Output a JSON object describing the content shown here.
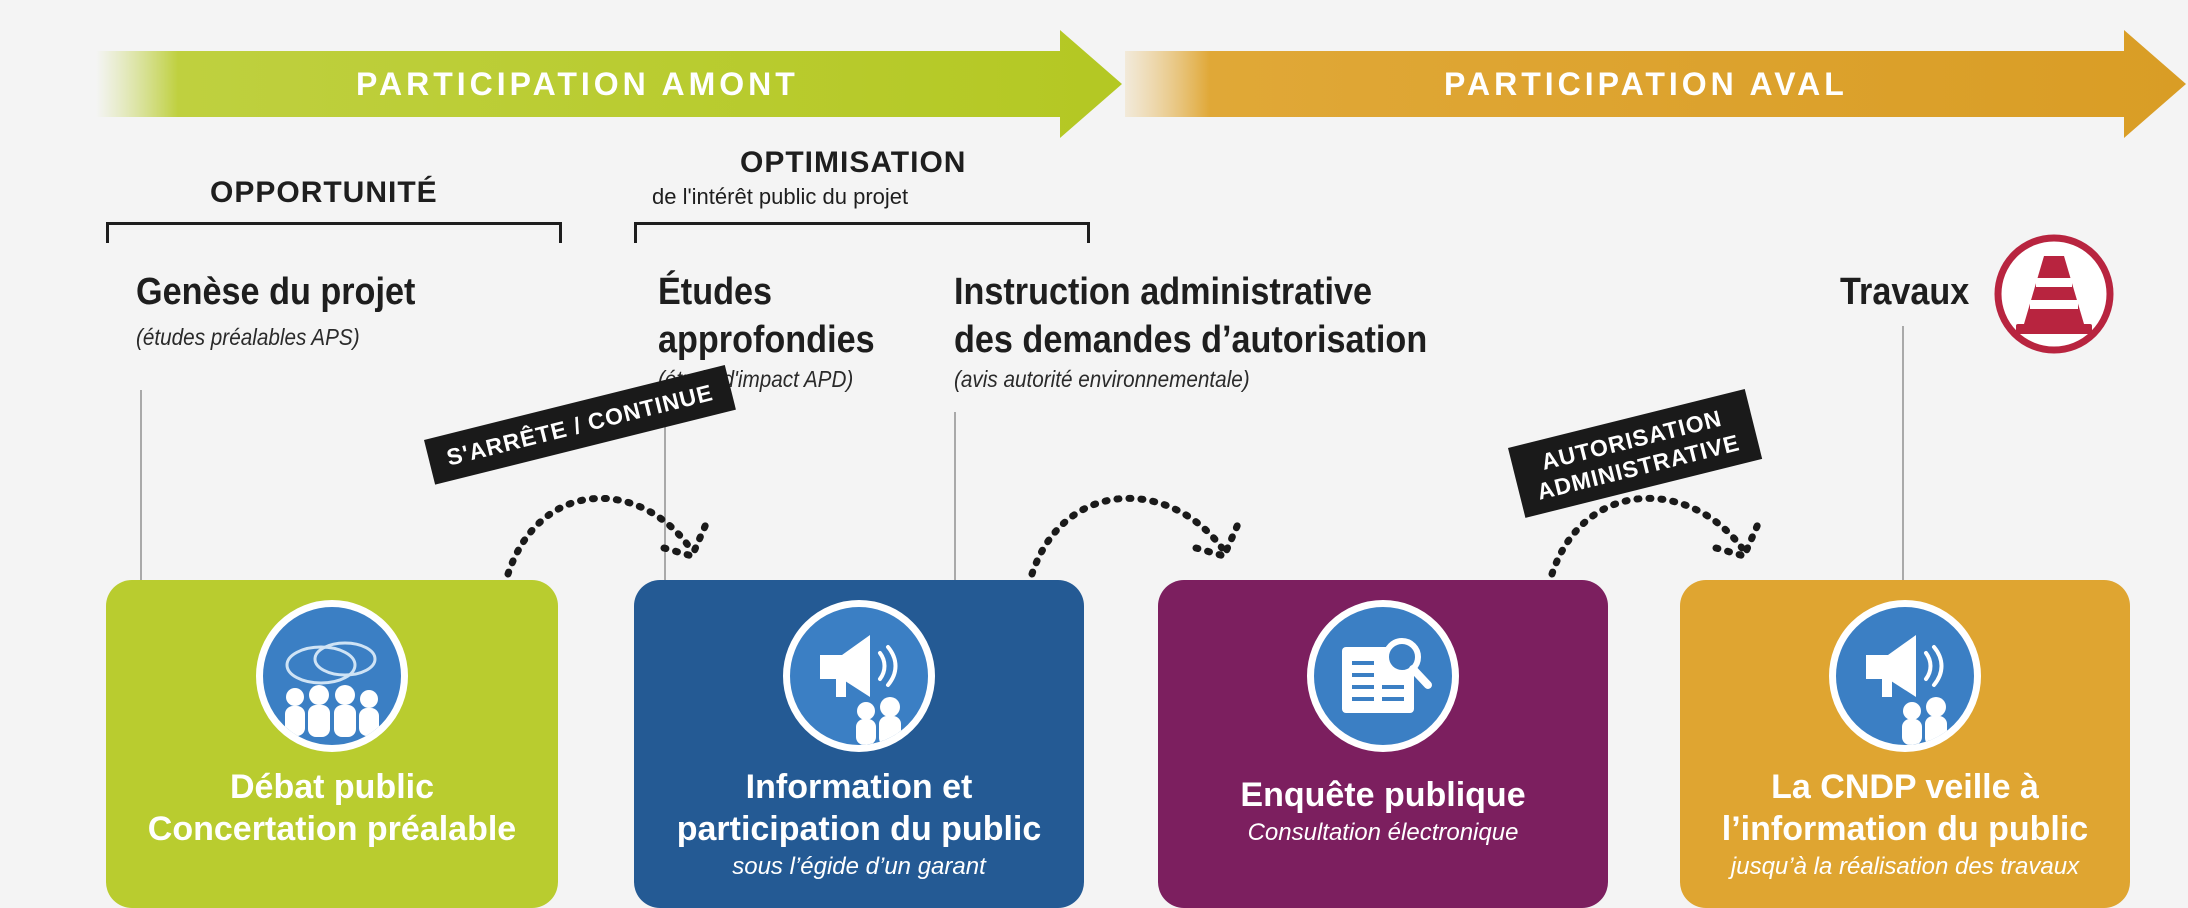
{
  "phases": {
    "upstream": {
      "label": "PARTICIPATION AMONT",
      "color": "#b9cc2f"
    },
    "downstream": {
      "label": "PARTICIPATION AVAL",
      "color": "#dfa531"
    }
  },
  "sections": {
    "opportunity": {
      "title": "OPPORTUNITÉ"
    },
    "optimisation": {
      "title": "OPTIMISATION",
      "subtitle": "de l'intérêt public du projet"
    }
  },
  "stages": {
    "genesis": {
      "title": "Genèse du projet",
      "subtitle": "(études préalables APS)"
    },
    "studies": {
      "title_line1": "Études",
      "title_line2": "approfondies",
      "subtitle": "(étude d'impact APD)"
    },
    "instruction": {
      "title_line1": "Instruction administrative",
      "title_line2": "des demandes d’autorisation",
      "subtitle": "(avis autorité environnementale)"
    },
    "works": {
      "title": "Travaux",
      "icon": "traffic-cone-icon"
    }
  },
  "tags": {
    "stop_continue": "S'ARRÊTE / CONTINUE",
    "authorisation_line1": "AUTORISATION",
    "authorisation_line2": "ADMINISTRATIVE"
  },
  "cards": [
    {
      "id": "debate",
      "line1": "Débat public",
      "line2": "Concertation préalable",
      "sub": "",
      "color": "#b9cc2f",
      "icon": "speech-bubbles-crowd-icon"
    },
    {
      "id": "information",
      "line1": "Information et",
      "line2": "participation du public",
      "sub": "sous l’égide d’un garant",
      "color": "#245a94",
      "icon": "megaphone-crowd-icon"
    },
    {
      "id": "inquiry",
      "line1": "Enquête publique",
      "line2": "",
      "sub": "Consultation électronique",
      "color": "#7c1f5f",
      "icon": "document-magnifier-icon"
    },
    {
      "id": "cndp",
      "line1": "La CNDP veille à",
      "line2": "l’information du public",
      "sub": "jusqu’à la réalisation des travaux",
      "color": "#dfa531",
      "icon": "megaphone-crowd-icon"
    }
  ],
  "colors": {
    "icon_circle": "#3b7fc4",
    "cone": "#b8243f"
  }
}
